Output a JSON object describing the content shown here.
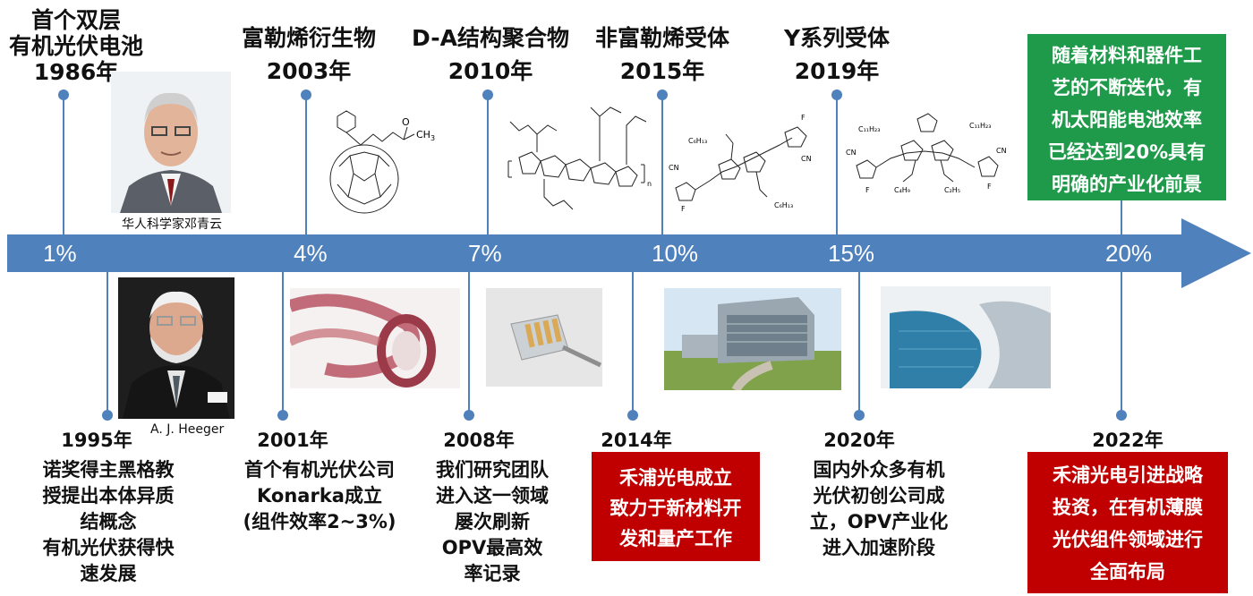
{
  "timeline": {
    "percentages": [
      "1%",
      "4%",
      "7%",
      "10%",
      "15%",
      "20%"
    ]
  },
  "top_events": [
    {
      "title_lines": [
        "首个双层",
        "有机光伏电池"
      ],
      "year": "1986年"
    },
    {
      "title_lines": [
        "富勒烯衍生物"
      ],
      "year": "2003年"
    },
    {
      "title_lines": [
        "D-A结构聚合物"
      ],
      "year": "2010年"
    },
    {
      "title_lines": [
        "非富勒烯受体"
      ],
      "year": "2015年"
    },
    {
      "title_lines": [
        "Y系列受体"
      ],
      "year": "2019年"
    }
  ],
  "bottom_events": [
    {
      "year": "1995年",
      "lines": [
        "诺奖得主黑格教",
        "授提出本体异质",
        "结概念",
        "有机光伏获得快",
        "速发展"
      ]
    },
    {
      "year": "2001年",
      "lines": [
        "首个有机光伏公司",
        "Konarka成立",
        "(组件效率2~3%)"
      ]
    },
    {
      "year": "2008年",
      "lines": [
        "我们研究团队",
        "进入这一领域",
        "屡次刷新",
        "OPV最高效",
        "率记录"
      ]
    },
    {
      "year": "2014年",
      "lines": [
        "禾浦光电成立",
        "致力于新材料开",
        "发和量产工作"
      ]
    },
    {
      "year": "2020年",
      "lines": [
        "国内外众多有机",
        "光伏初创公司成",
        "立，OPV产业化",
        "进入加速阶段"
      ]
    },
    {
      "year": "2022年",
      "lines": [
        "禾浦光电引进战略",
        "投资，在有机薄膜",
        "光伏组件领域进行",
        "全面布局"
      ]
    }
  ],
  "callout_top": {
    "lines": [
      "随着材料和器件工",
      "艺的不断迭代，有",
      "机太阳能电池效率",
      "已经达到20%具有",
      "明确的产业化前景"
    ]
  },
  "captions": {
    "deng": "华人科学家邓青云",
    "heeger": "A. J. Heeger"
  },
  "molecule_labels": {
    "pcbm_o": "O",
    "pcbm_ch3": "CH",
    "pcbm_sub": "3",
    "c6h13": "C₆H₁₃",
    "c11h23": "C₁₁H₂₃",
    "c4h9": "C₄H₉",
    "c2h5": "C₂H₅",
    "cn": "CN",
    "f": "F"
  },
  "colors": {
    "timeline": "#4f81bd",
    "green_box": "#1f9a4a",
    "red_box": "#c00000"
  }
}
